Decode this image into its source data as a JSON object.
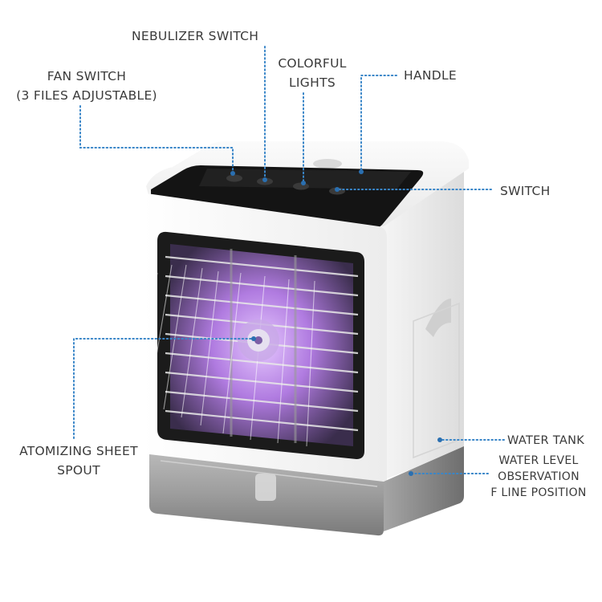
{
  "colors": {
    "leader": "#3a86c8",
    "text": "#3a3a3a",
    "body_white": "#f4f4f4",
    "panel_black": "#151515",
    "glow": "#b07be0",
    "tank": "#9a9a9a"
  },
  "labels": {
    "nebulizer_switch": "NEBULIZER SWITCH",
    "colorful_lights": [
      "COLORFUL",
      "LIGHTS"
    ],
    "handle": "HANDLE",
    "fan_switch": [
      "FAN SWITCH",
      "(3 FILES ADJUSTABLE)"
    ],
    "switch": "SWITCH",
    "atomizing_sheet_spout": [
      "ATOMIZING SHEET",
      "SPOUT"
    ],
    "water_tank": "WATER TANK",
    "water_level": [
      "WATER LEVEL",
      "OBSERVATION",
      "F LINE POSITION"
    ]
  }
}
